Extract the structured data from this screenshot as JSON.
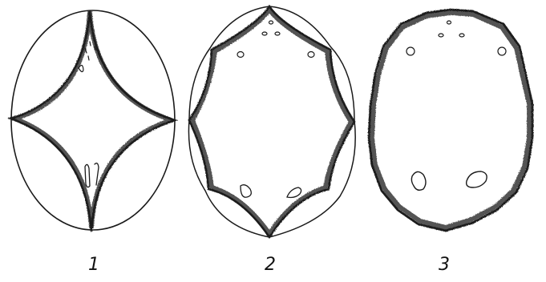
{
  "stages": [
    {
      "label": "1"
    },
    {
      "label": "2"
    },
    {
      "label": "3"
    }
  ],
  "colors": {
    "ink": "#1a1a1a",
    "background": "#ffffff"
  }
}
